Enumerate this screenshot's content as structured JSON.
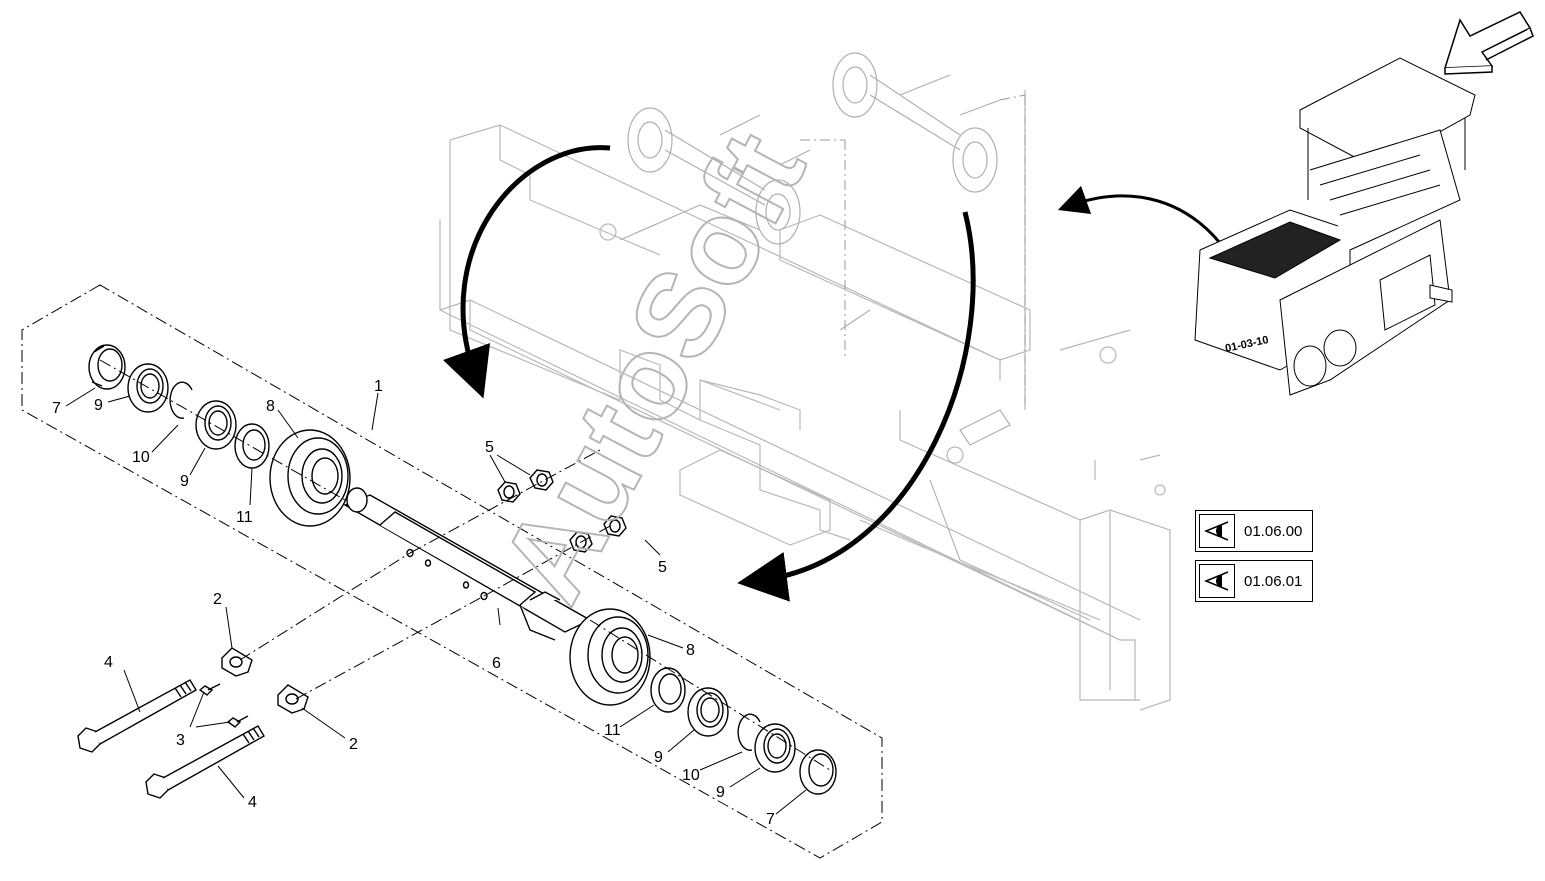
{
  "callouts": {
    "c1": "1",
    "c2a": "2",
    "c2b": "2",
    "c3": "3",
    "c4a": "4",
    "c4b": "4",
    "c5a": "5",
    "c5b": "5",
    "c6": "6",
    "c7a": "7",
    "c7b": "7",
    "c8a": "8",
    "c8b": "8",
    "c9a": "9",
    "c9b": "9",
    "c9c": "9",
    "c9d": "9",
    "c10a": "10",
    "c10b": "10",
    "c11a": "11",
    "c11b": "11"
  },
  "references": [
    {
      "label": "01.06.00",
      "icon": "eye-icon"
    },
    {
      "label": "01.06.01",
      "icon": "eye-icon"
    }
  ],
  "watermark": "AutoSoft",
  "machine_tag": "01-03-10",
  "colors": {
    "line": "#000000",
    "faint": "#bdbdbd",
    "watermark": "#cfcfcf"
  }
}
